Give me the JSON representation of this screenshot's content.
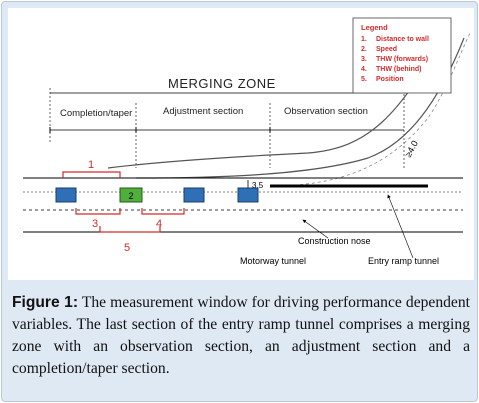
{
  "figure": {
    "title": "MERGING ZONE",
    "sections": {
      "completion": "Completion/taper",
      "adjustment": "Adjustment section",
      "observation": "Observation section"
    },
    "legend": {
      "title": "Legend",
      "items": [
        {
          "num": "1.",
          "label": "Distance to wall"
        },
        {
          "num": "2.",
          "label": "Speed"
        },
        {
          "num": "3.",
          "label": "THW (forwards)"
        },
        {
          "num": "4.",
          "label": "THW (behind)"
        },
        {
          "num": "5.",
          "label": "Position"
        }
      ]
    },
    "markers": {
      "m1": "1",
      "m3": "3",
      "m4": "4",
      "m5": "5"
    },
    "car_label": "2",
    "dim_label": "3.5",
    "ramp_label": "≥4.0",
    "construction_nose": "Construction nose",
    "motorway_tunnel": "Motorway tunnel",
    "entry_ramp_tunnel": "Entry ramp tunnel",
    "colors": {
      "annotation": "#d42a2a",
      "car": "#2f6fb5",
      "subject_car": "#4fae3c"
    }
  },
  "caption": {
    "label": "Figure 1:",
    "text": " The measurement window for driving performance dependent variables. The last section of the entry ramp tunnel comprises a merging zone with an observation section, an adjustment section and a completion/taper section."
  }
}
